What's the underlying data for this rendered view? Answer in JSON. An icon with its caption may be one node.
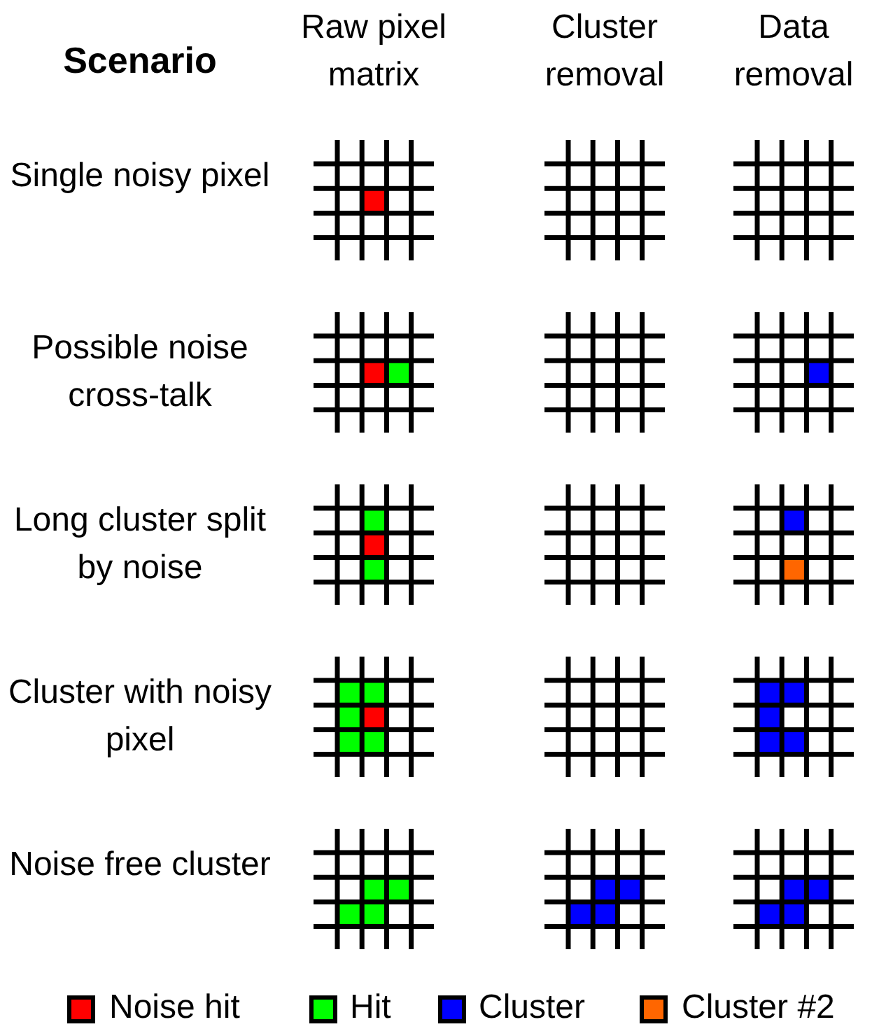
{
  "diagram": {
    "labels": [
      "Scenario",
      "Raw pixel matrix",
      "Cluster removal",
      "Data removal",
      "Single noisy pixel",
      "Possible noise cross-talk",
      "Long cluster split by noise",
      "Cluster with noisy pixel",
      "Noise free cluster"
    ],
    "legend": [
      {
        "text": "Noise hit",
        "color": "#ff0000"
      },
      {
        "text": "Hit",
        "color": "#00ff00"
      },
      {
        "text": "Cluster",
        "color": "#0000ff"
      },
      {
        "text": "Cluster #2",
        "color": "#ff6600"
      }
    ]
  }
}
